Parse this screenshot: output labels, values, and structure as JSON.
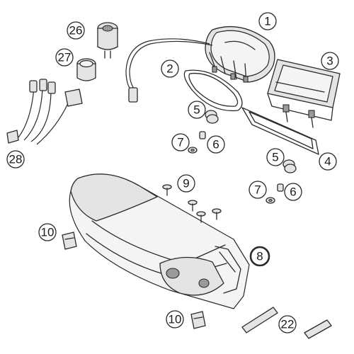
{
  "colors": {
    "highlight": "#e46a1f",
    "line": "#2a2a2a",
    "fill": "#e4e4e4"
  },
  "callouts": [
    {
      "id": "c1",
      "label": "1",
      "part": "speedometer"
    },
    {
      "id": "c2",
      "label": "2",
      "part": "speedometer-gasket"
    },
    {
      "id": "c3",
      "label": "3",
      "part": "instrument-cluster"
    },
    {
      "id": "c4",
      "label": "4",
      "part": "cluster-gasket"
    },
    {
      "id": "c5a",
      "label": "5",
      "part": "rubber-grommet"
    },
    {
      "id": "c5b",
      "label": "5",
      "part": "rubber-grommet"
    },
    {
      "id": "c6a",
      "label": "6",
      "part": "spacer-bushing"
    },
    {
      "id": "c6b",
      "label": "6",
      "part": "spacer-bushing"
    },
    {
      "id": "c7a",
      "label": "7",
      "part": "nut"
    },
    {
      "id": "c7b",
      "label": "7",
      "part": "nut"
    },
    {
      "id": "c8",
      "label": "8",
      "part": "headlight-mask",
      "highlighted": true
    },
    {
      "id": "c9",
      "label": "9",
      "part": "screw"
    },
    {
      "id": "c10a",
      "label": "10",
      "part": "spring-clip"
    },
    {
      "id": "c10b",
      "label": "10",
      "part": "spring-clip"
    },
    {
      "id": "c22",
      "label": "22",
      "part": "support-rod"
    },
    {
      "id": "c26",
      "label": "26",
      "part": "power-socket"
    },
    {
      "id": "c27",
      "label": "27",
      "part": "socket-cap"
    },
    {
      "id": "c28",
      "label": "28",
      "part": "wiring-harness"
    }
  ]
}
